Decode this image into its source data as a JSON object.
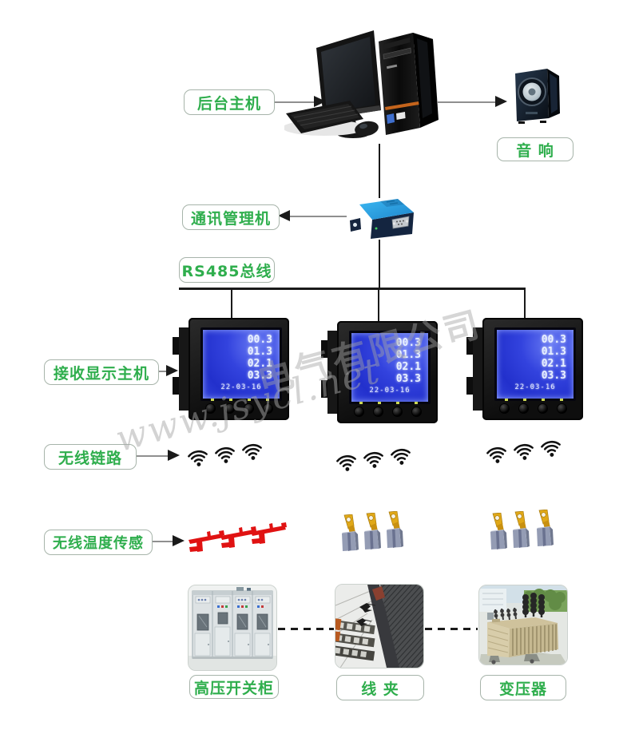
{
  "labels": {
    "backend_host": "后台主机",
    "speaker": "音 响",
    "comm_manager": "通讯管理机",
    "rs485_bus": "RS485总线",
    "receiver_display": "接收显示主机",
    "wireless_link": "无线链路",
    "wireless_temp_sensor": "无线温度传感",
    "hv_switchgear": "高压开关柜",
    "wire_clamp": "线 夹",
    "transformer": "变压器"
  },
  "meter": {
    "lcd_rows": [
      "00.3",
      "01.3",
      "02.1",
      "03.3"
    ],
    "lcd_footer": "22-03-16"
  },
  "watermark": {
    "line1": "电气有限公司",
    "line2": "www.jsycl.net"
  },
  "colors": {
    "label_text": "#2fae4d",
    "label_border": "#a7b4aa",
    "connector_line": "#8f8f8f",
    "bus_line": "#1a1a1a",
    "lcd_screen_blue": "#2a36d2",
    "sensor_red": "#e01212",
    "lug_yellow": "#e0a818",
    "device_blue": "#2aa0e8"
  }
}
